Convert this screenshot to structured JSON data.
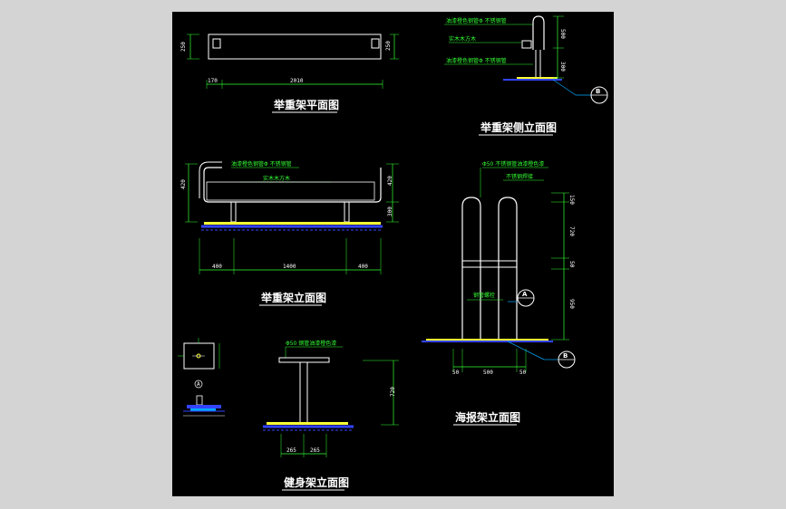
{
  "views": {
    "plan": {
      "title": "举重架平面图",
      "dims": {
        "top_left": "250",
        "top_right": "250",
        "total": "2010",
        "left_offset": "170"
      }
    },
    "elevation": {
      "title": "举重架立面图",
      "notes": [
        "油漆橙色钢管Φ 不锈钢管",
        "实木木方木"
      ],
      "dims": {
        "left_height": "420",
        "right_height": "420",
        "post": "300",
        "seg_left": "400",
        "seg_mid": "1400",
        "seg_right": "400"
      }
    },
    "side": {
      "title": "举重架侧立面图",
      "notes": [
        "油漆橙色钢管Φ 不锈钢管",
        "实木木方木",
        "油漆橙色钢管Φ 不锈钢管"
      ],
      "dims": {
        "d1": "500",
        "d2": "300"
      },
      "callout": "B"
    },
    "fitness": {
      "title": "健身架立面图",
      "note": "Φ50 钢管油漆橙色漆",
      "dims": {
        "height": "720",
        "b1": "265",
        "b2": "265"
      }
    },
    "ladder": {
      "title": "海报架立面图",
      "notes": [
        "Φ50 不锈钢管油漆橙色漆",
        "不锈钢焊接"
      ],
      "bottom_note": "钢管螺栓",
      "dims": {
        "v1": "150",
        "v2": "720",
        "v3": "50",
        "v4": "950",
        "b_left": "50",
        "b_mid": "500",
        "b_right": "50"
      },
      "callouts": [
        "A",
        "B"
      ]
    },
    "detail": {
      "label": "A"
    }
  },
  "colors": {
    "background": "#000000",
    "frame": "#d4d4d4",
    "line": "#ffffff",
    "dimension": "#33ff33",
    "ground": "#3344ff",
    "base": "#ffff33",
    "accent": "#00aaff"
  }
}
